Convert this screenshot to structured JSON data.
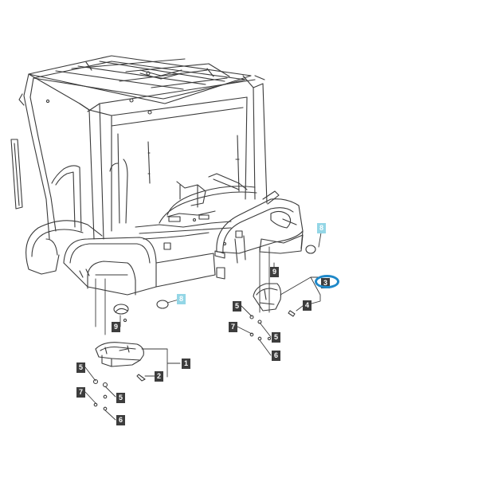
{
  "diagram": {
    "callouts": {
      "c1": "1",
      "c2": "2",
      "c3": "3",
      "c4": "4",
      "c5a": "5",
      "c5b": "5",
      "c5c": "5",
      "c5d": "5",
      "c6a": "6",
      "c6b": "6",
      "c7a": "7",
      "c7b": "7",
      "c8a": "8",
      "c8b": "8",
      "c9a": "9",
      "c9b": "9"
    },
    "colors": {
      "line": "#3a3a3a",
      "label_bg": "#3d3d3d",
      "label_cyan": "#93d6e6",
      "highlight": "#1e88c8"
    },
    "highlighted_callout": "3"
  }
}
